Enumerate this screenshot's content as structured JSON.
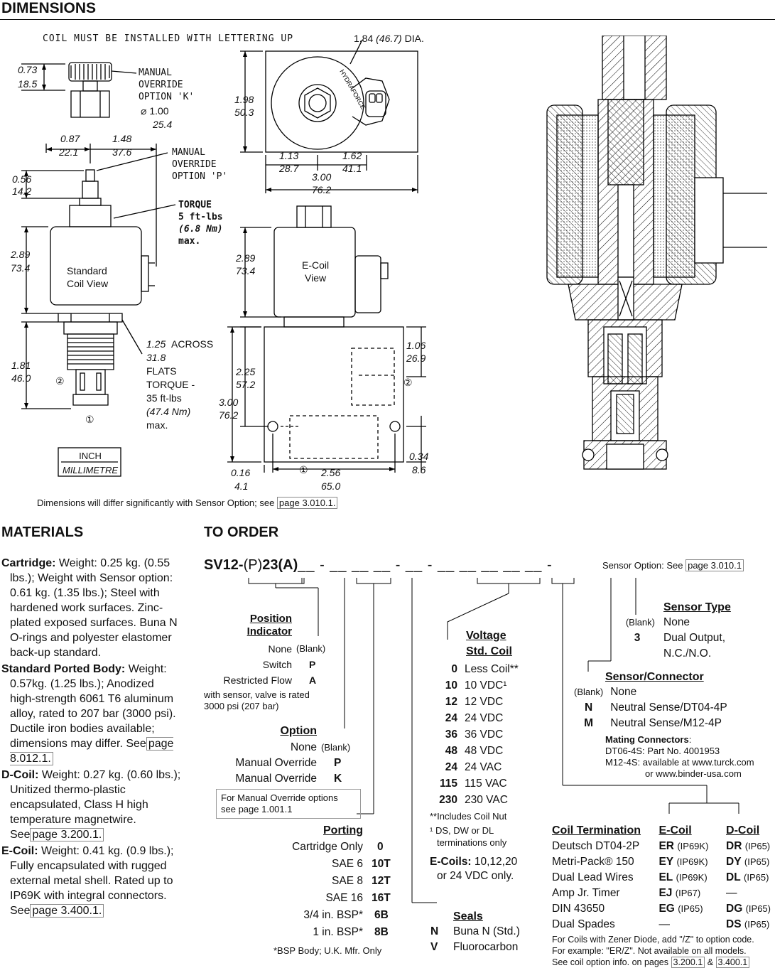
{
  "headings": {
    "dimensions": "DIMENSIONS",
    "materials": "MATERIALS",
    "to_order": "TO ORDER"
  },
  "drawing": {
    "coil_note": "COIL MUST BE INSTALLED WITH LETTERING UP",
    "dia": "1.84",
    "dia_mm": "(46.7)",
    "dia_unit": "DIA.",
    "d073": "0.73",
    "d185": "18.5",
    "manual_k1": "MANUAL",
    "manual_k2": "OVERRIDE",
    "manual_k3": "OPTION 'K'",
    "d100": "1.00",
    "d254": "25.4",
    "d087": "0.87",
    "d221": "22.1",
    "d148": "1.48",
    "d376": "37.6",
    "manual_p1": "MANUAL",
    "manual_p2": "OVERRIDE",
    "manual_p3": "OPTION 'P'",
    "d056": "0.56",
    "d142": "14.2",
    "torque1": "TORQUE",
    "torque2": "5 ft-lbs",
    "torque3": "(6.8 Nm)",
    "torque4": "max.",
    "d289": "2.89",
    "d734": "73.4",
    "std_coil1": "Standard",
    "std_coil2": "Coil View",
    "d181": "1.81",
    "d460": "46.0",
    "d125": "1.25",
    "d318": "31.8",
    "across": "ACROSS",
    "flats": "FLATS",
    "torque_b1": "TORQUE -",
    "torque_b2": "35 ft-lbs",
    "torque_b3": "(47.4 Nm)",
    "torque_b4": "max.",
    "port1": "①",
    "port2": "②",
    "inch": "INCH",
    "mm": "MILLIMETRE",
    "d198": "1.98",
    "d503": "50.3",
    "d113": "1.13",
    "d287": "28.7",
    "d162": "1.62",
    "d411": "41.1",
    "d300": "3.00",
    "d762": "76.2",
    "hydraforce": "HYDRAFORCE",
    "ecoil1": "E-Coil",
    "ecoil2": "View",
    "d289b": "2.89",
    "d734b": "73.4",
    "d106": "1.06",
    "d269": "26.9",
    "d225": "2.25",
    "d572": "57.2",
    "d300b": "3.00",
    "d762b": "76.2",
    "d034": "0.34",
    "d86": "8.6",
    "d016": "0.16",
    "d41": "4.1",
    "d256": "2.56",
    "d650": "65.0",
    "sensor_note": "Dimensions will differ significantly with Sensor Option; see",
    "sensor_link": "page 3.010.1."
  },
  "materials": {
    "cartridge_label": "Cartridge:",
    "cartridge_text": "Weight: 0.25 kg. (0.55 lbs.); Weight with Sensor option: 0.61 kg. (1.35 lbs.); Steel with hardened work surfaces. Zinc-plated exposed surfaces. Buna N O-rings and polyester elastomer back-up standard.",
    "body_label": "Standard Ported Body:",
    "body_text": "Weight: 0.57kg. (1.25 lbs.); Anodized high-strength 6061 T6 aluminum alloy, rated to 207 bar (3000 psi). Ductile iron bodies available; dimensions may differ.",
    "body_see": "See",
    "body_link": "page 8.012.1.",
    "dcoil_label": "D-Coil:",
    "dcoil_text": "Weight: 0.27 kg. (0.60 lbs.); Unitized thermo-plastic encapsulated, Class H high temperature magnetwire.",
    "dcoil_see": "See",
    "dcoil_link": "page 3.200.1.",
    "ecoil_label": "E-Coil:",
    "ecoil_text": "Weight: 0.41 kg. (0.9 lbs.); Fully encapsulated with rugged external metal shell. Rated up to IP69K with integral connectors.",
    "ecoil_see": "See",
    "ecoil_link": "page 3.400.1."
  },
  "order": {
    "code_a": "SV12-",
    "code_b": "(P)",
    "code_c": "23",
    "code_d": "(A)",
    "code_blanks": "__ - __ __ __ - __ - __ __ __ __ __ -",
    "sensor_opt": "Sensor Option: See",
    "sensor_link": "page 3.010.1",
    "position": {
      "title1": "Position",
      "title2": "Indicator",
      "rows": [
        {
          "label": "None",
          "code": "(Blank)"
        },
        {
          "label": "Switch",
          "code": "P"
        },
        {
          "label": "Restricted Flow",
          "code": "A"
        }
      ],
      "note": "with sensor, valve is rated 3000 psi (207 bar)"
    },
    "option": {
      "title": "Option",
      "rows": [
        {
          "label": "None",
          "code": "(Blank)"
        },
        {
          "label": "Manual Override",
          "code": "P"
        },
        {
          "label": "Manual Override",
          "code": "K"
        }
      ],
      "note1": "For Manual Override options",
      "note2": "see page 1.001.1"
    },
    "porting": {
      "title": "Porting",
      "rows": [
        {
          "label": "Cartridge Only",
          "code": "0"
        },
        {
          "label": "SAE 6",
          "code": "10T"
        },
        {
          "label": "SAE 8",
          "code": "12T"
        },
        {
          "label": "SAE 16",
          "code": "16T"
        },
        {
          "label": "3/4 in. BSP*",
          "code": "6B"
        },
        {
          "label": "1 in. BSP*",
          "code": "8B"
        }
      ],
      "note": "*BSP Body; U.K. Mfr. Only"
    },
    "voltage": {
      "title1": "Voltage",
      "title2": "Std. Coil",
      "rows": [
        {
          "code": "0",
          "label": "Less Coil**"
        },
        {
          "code": "10",
          "label": "10 VDC¹"
        },
        {
          "code": "12",
          "label": "12 VDC"
        },
        {
          "code": "24",
          "label": "24 VDC"
        },
        {
          "code": "36",
          "label": "36 VDC"
        },
        {
          "code": "48",
          "label": "48 VDC"
        },
        {
          "code": "24",
          "label": "24 VAC"
        },
        {
          "code": "115",
          "label": "115 VAC"
        },
        {
          "code": "230",
          "label": "230 VAC"
        }
      ],
      "note1": "**Includes Coil Nut",
      "note2a": "¹ DS, DW or DL",
      "note2b": "terminations only",
      "ecoils_label": "E-Coils:",
      "ecoils_text1": "10,12,20",
      "ecoils_text2": "or 24 VDC only."
    },
    "seals": {
      "title": "Seals",
      "rows": [
        {
          "code": "N",
          "label": "Buna N (Std.)"
        },
        {
          "code": "V",
          "label": "Fluorocarbon"
        }
      ]
    },
    "sensor_type": {
      "title": "Sensor Type",
      "rows": [
        {
          "code": "(Blank)",
          "label": "None"
        },
        {
          "code": "3",
          "label": "Dual Output,"
        },
        {
          "code": "",
          "label": "N.C./N.O."
        }
      ]
    },
    "sensor_conn": {
      "title": "Sensor/Connector",
      "rows": [
        {
          "code": "(Blank)",
          "label": "None"
        },
        {
          "code": "N",
          "label": "Neutral Sense/DT04-4P"
        },
        {
          "code": "M",
          "label": "Neutral Sense/M12-4P"
        }
      ],
      "mating_title": "Mating Connectors",
      "mating1": "DT06-4S: Part No. 4001953",
      "mating2": "M12-4S: available at www.turck.com",
      "mating3": "or www.binder-usa.com"
    },
    "termination": {
      "title": "Coil Termination",
      "ecoil": "E-Coil",
      "dcoil": "D-Coil",
      "rows": [
        {
          "label": "Deutsch DT04-2P",
          "e": "ER",
          "ep": "(IP69K)",
          "d": "DR",
          "dp": "(IP65)"
        },
        {
          "label": "Metri-Pack® 150",
          "e": "EY",
          "ep": "(IP69K)",
          "d": "DY",
          "dp": "(IP65)"
        },
        {
          "label": "Dual Lead Wires",
          "e": "EL",
          "ep": "(IP69K)",
          "d": "DL",
          "dp": "(IP65)"
        },
        {
          "label": "Amp Jr. Timer",
          "e": "EJ",
          "ep": "(IP67)",
          "d": "—",
          "dp": ""
        },
        {
          "label": "DIN 43650",
          "e": "EG",
          "ep": "(IP65)",
          "d": "DG",
          "dp": "(IP65)"
        },
        {
          "label": "Dual Spades",
          "e": "—",
          "ep": "",
          "d": "DS",
          "dp": "(IP65)"
        }
      ],
      "note1": "For Coils with Zener Diode, add \"/Z\" to option code.",
      "note2": "For example: \"ER/Z\". Not available on all models.",
      "note3": "See coil option info. on pages",
      "link1": "3.200.1",
      "amp": "&",
      "link2": "3.400.1"
    }
  }
}
